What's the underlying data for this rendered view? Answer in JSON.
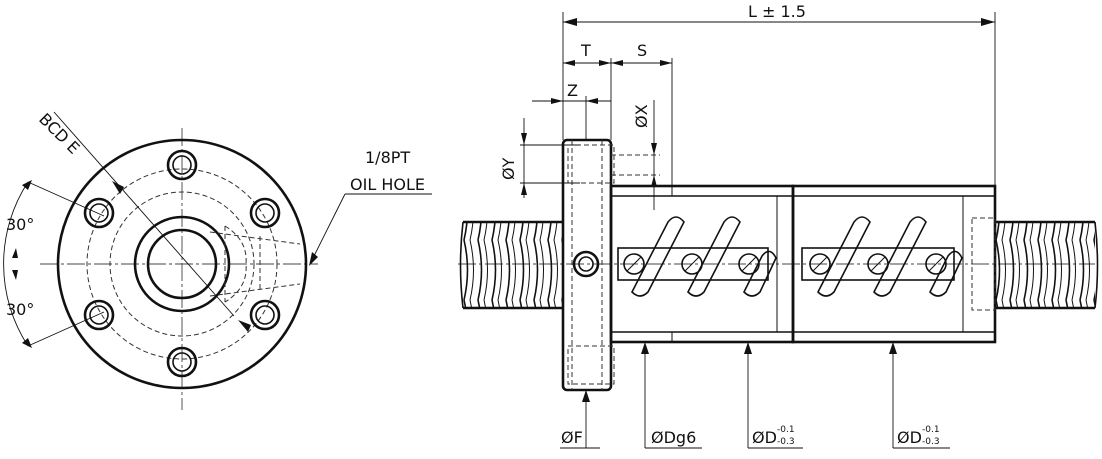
{
  "front_view": {
    "bcd_label": "BCD E",
    "angle_top": "30°",
    "angle_bottom": "30°",
    "oil_hole_line1": "1/8PT",
    "oil_hole_line2": "OIL HOLE"
  },
  "side_view": {
    "length_label": "L ± 1.5",
    "t_label": "T",
    "s_label": "S",
    "z_label": "Z",
    "x_label": "ØX",
    "y_label": "ØY",
    "f_label": "ØF",
    "dg6_label": "ØDg6",
    "d1_label": "ØD",
    "d1_tol_upper": "-0.1",
    "d1_tol_lower": "-0.3",
    "d2_label": "ØD",
    "d2_tol_upper": "-0.1",
    "d2_tol_lower": "-0.3"
  }
}
